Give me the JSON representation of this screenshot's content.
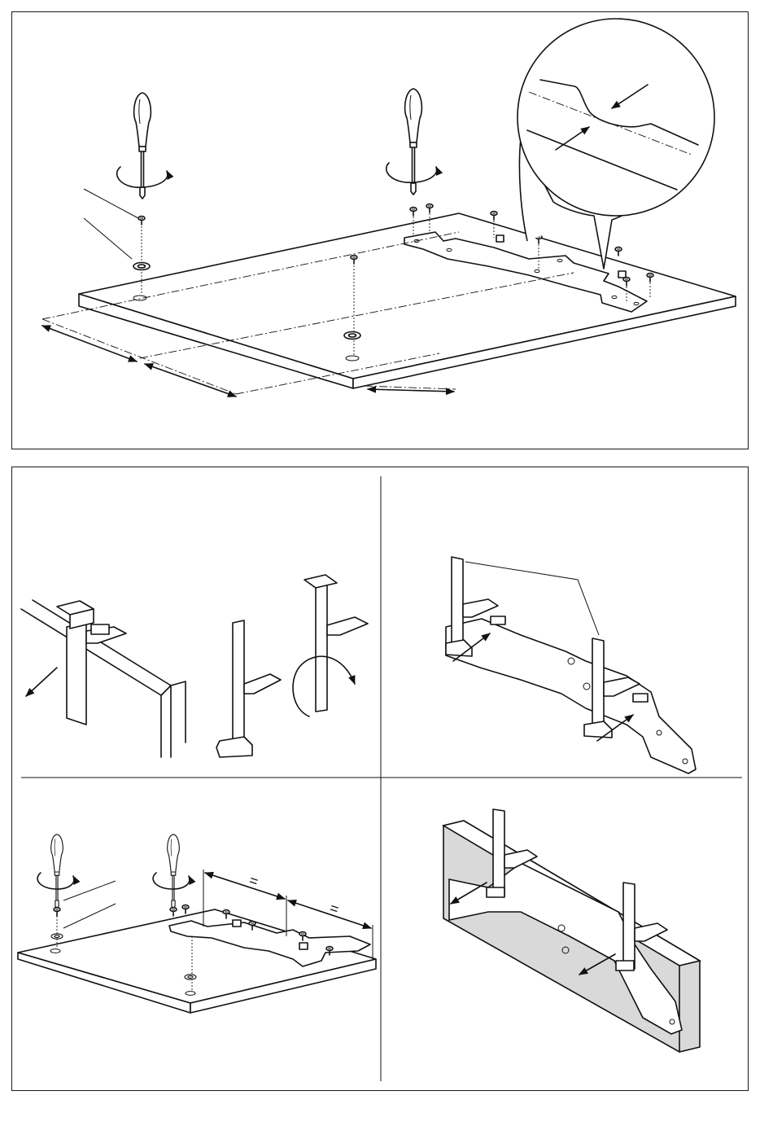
{
  "panels": {
    "top": "step-1-mount-bracket-on-panel",
    "middle_left": "step-2-clip-removal",
    "middle_right": "step-3-attach-clips-to-bracket",
    "bottom_left": "step-4-screw-bracket",
    "bottom_right": "step-5-hang-on-wall"
  },
  "dimension_marks": {
    "equal_1": "=",
    "equal_2": "="
  },
  "icons": [
    "screwdriver-icon",
    "rotate-arrow-icon",
    "push-arrow-icon",
    "screw-icon",
    "washer-icon"
  ],
  "colors": {
    "ink": "#111111",
    "wall_fill": "#d9d9d9",
    "background": "#ffffff"
  }
}
